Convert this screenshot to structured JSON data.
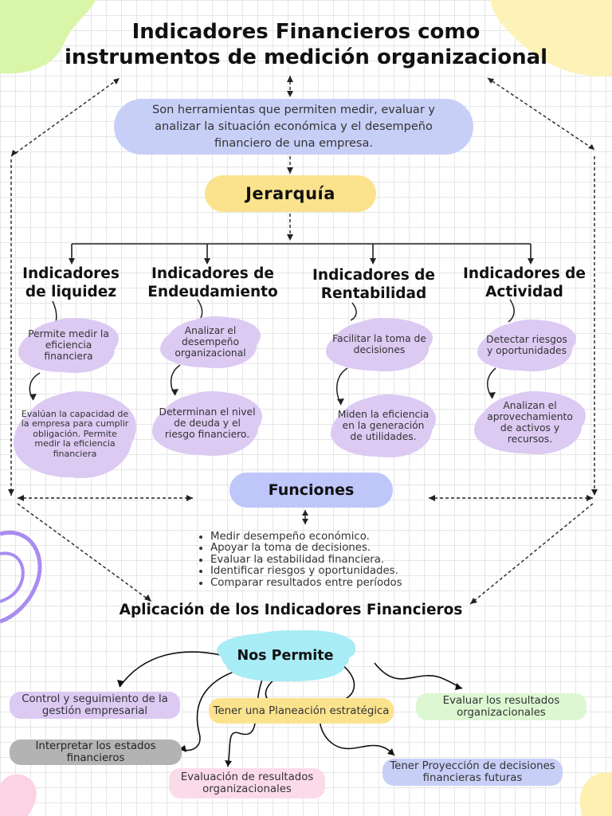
{
  "title": {
    "line1": "Indicadores Financieros como",
    "line2": "instrumentos de medición organizacional"
  },
  "definition": "Son herramientas que permiten medir, evaluar y analizar la situación económica y el desempeño financiero de una empresa.",
  "hierarchy_label": "Jerarquía",
  "columns": [
    {
      "heading_line1": "Indicadores",
      "heading_line2": "de liquidez",
      "bubble1": "Permite medir la eficiencia financiera",
      "bubble2": "Evalúan la capacidad de la empresa para cumplir obligación. Permite medir la eficiencia financiera"
    },
    {
      "heading_line1": "Indicadores de",
      "heading_line2": "Endeudamiento",
      "bubble1": "Analizar el desempeño organizacional",
      "bubble2": "Determinan el nivel de deuda y el riesgo financiero."
    },
    {
      "heading_line1": "Indicadores de",
      "heading_line2": "Rentabilidad",
      "bubble1": "Facilitar la toma de decisiones",
      "bubble2": "Miden la eficiencia en la generación de utilidades."
    },
    {
      "heading_line1": "Indicadores de",
      "heading_line2": "Actividad",
      "bubble1": "Detectar riesgos y oportunidades",
      "bubble2": "Analizan el aprovechamiento de activos y recursos."
    }
  ],
  "functions_label": "Funciones",
  "functions": [
    "Medir desempeño económico.",
    "Apoyar la toma de decisiones.",
    "Evaluar la estabilidad financiera.",
    "Identificar riesgos y oportunidades.",
    "Comparar resultados entre períodos"
  ],
  "application_title": "Aplicación de los Indicadores Financieros",
  "allows_label": "Nos Permite",
  "applications": {
    "control": "Control y seguimiento de la gestión empresarial",
    "planning": "Tener una Planeación estratégica",
    "evaluate_results": "Evaluar los resultados organizacionales",
    "interpret": "Interpretar los estados financieros",
    "evaluation": "Evaluación de resultados organizacionales",
    "projection": "Tener Proyección de decisiones financieras futuras"
  },
  "colors": {
    "blue_pill": "#c8cff7",
    "yellow_pill": "#fbe38e",
    "lavender_cloud": "#dccaf3",
    "cyan_cloud": "#a8ecf6",
    "green_box": "#dcf7d2",
    "pink_box": "#fcdbe9",
    "grey_box": "#b3b3b3"
  }
}
